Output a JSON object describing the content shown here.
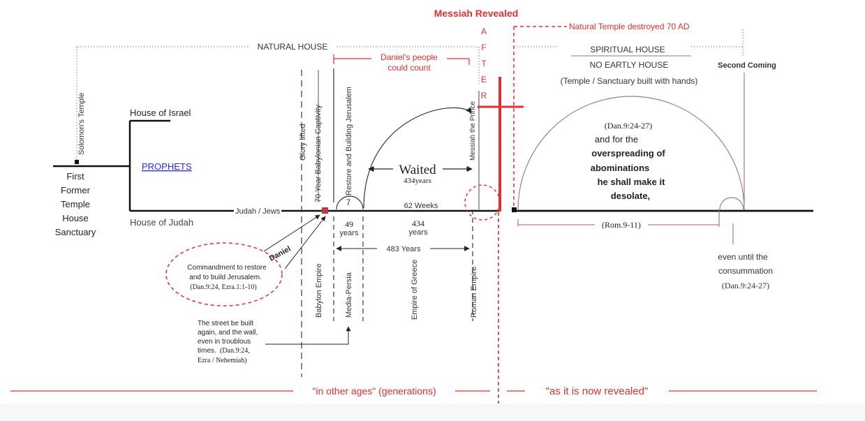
{
  "colors": {
    "accent_red": "#e03030",
    "black": "#111111",
    "gray_line": "#777777",
    "link_blue": "#2a2ad8",
    "marker_red": "#c23b3b"
  },
  "header": {
    "messiah_revealed": "Messiah Revealed",
    "after_letters": [
      "A",
      "F",
      "T",
      "E",
      "R"
    ],
    "natural_temple_destroyed": "Natural Temple destroyed 70 AD",
    "natural_house": "NATURAL HOUSE",
    "daniels_people_line1": "Daniel's people",
    "daniels_people_line2": "could count",
    "spiritual_house": "SPIRITUAL HOUSE",
    "no_earthly_house": "NO EARTLY HOUSE",
    "temple_sanctuary": "(Temple / Sanctuary built with hands)",
    "second_coming": "Second Coming"
  },
  "left": {
    "solomons_temple": "Solomon's Temple",
    "first_temple_lines": [
      "First",
      "Former",
      "Temple",
      "House",
      "Sanctuary"
    ],
    "house_of_israel": "House of Israel",
    "prophets": "PROPHETS",
    "house_of_judah": "House of Judah",
    "judah_jews": "Judah / Jews"
  },
  "verticals": {
    "glory_lifted": "Glory lifted",
    "captivity": "70 Year Babylonian Captivity",
    "restore_building": "Restore and Building Jerusalem",
    "messiah_prince": "Messiah the Prince",
    "babylon_empire": "Babylon Empire",
    "media_persia": "Media-Persia",
    "empire_greece": "Empire of Greece",
    "roman_empire": "Roman Empire"
  },
  "timeline": {
    "seven": "7",
    "waited": "Waited",
    "waited_years": "434years",
    "sixty_two_weeks": "62 Weeks",
    "forty_nine": "49",
    "forty_nine_unit": "years",
    "four_three_four": "434",
    "four_three_four_unit": "years",
    "four_eighty_three": "483 Years"
  },
  "notes": {
    "daniel": "Daniel",
    "commandment_lines": [
      "Commandment to restore",
      "and to build Jerusalem."
    ],
    "commandment_ref": "(Dan.9:24, Ezra.1:1-10)",
    "street_lines": [
      "The street be built",
      "again, and the wall,",
      "even in troublous",
      "times."
    ],
    "street_ref_a": "(Dan.9:24,",
    "street_ref_b": "Ezra / Nehemiah)"
  },
  "right": {
    "dan_ref": "(Dan.9:24-27)",
    "and_for_the": "and for the",
    "bold_lines": [
      "overspreading of",
      "abominations",
      "he shall make it",
      "desolate,"
    ],
    "rom_ref": "(Rom.9-11)",
    "even_until_lines": [
      "even until the",
      "consummation"
    ],
    "even_until_ref": "(Dan.9:24-27)"
  },
  "bottom": {
    "other_ages": "\"in other ages\" (generations)",
    "now_revealed": "\"as it is now revealed\""
  }
}
